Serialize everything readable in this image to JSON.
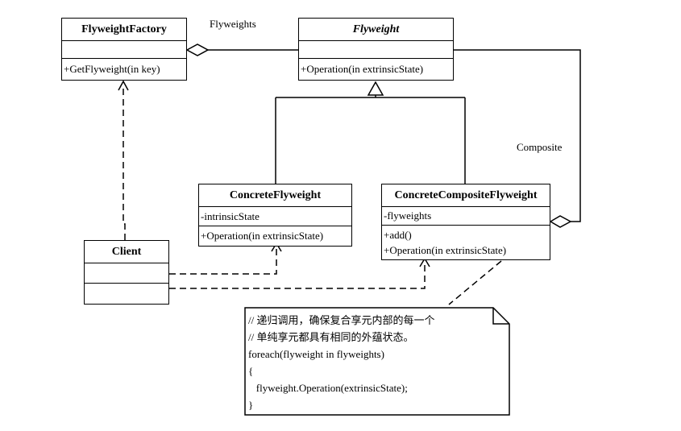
{
  "classes": {
    "factory": {
      "name": "FlyweightFactory",
      "attributes": [],
      "operations": [
        "+GetFlyweight(in key)"
      ]
    },
    "flyweight": {
      "name": "Flyweight",
      "attributes": [],
      "operations": [
        "+Operation(in extrinsicState)"
      ]
    },
    "concrete": {
      "name": "ConcreteFlyweight",
      "attributes": [
        "-intrinsicState"
      ],
      "operations": [
        "+Operation(in extrinsicState)"
      ]
    },
    "composite": {
      "name": "ConcreteCompositeFlyweight",
      "attributes": [
        "-flyweights"
      ],
      "operations": [
        "+add()",
        "+Operation(in extrinsicState)"
      ]
    },
    "client": {
      "name": "Client",
      "attributes": [],
      "operations": []
    }
  },
  "labels": {
    "flyweights": "Flyweights",
    "composite": "Composite"
  },
  "note": {
    "lines": [
      "// 递归调用，确保复合享元内部的每一个",
      "// 单纯享元都具有相同的外蕴状态。",
      "foreach(flyweight in flyweights)",
      "{",
      "   flyweight.Operation(extrinsicState);",
      "}"
    ]
  }
}
